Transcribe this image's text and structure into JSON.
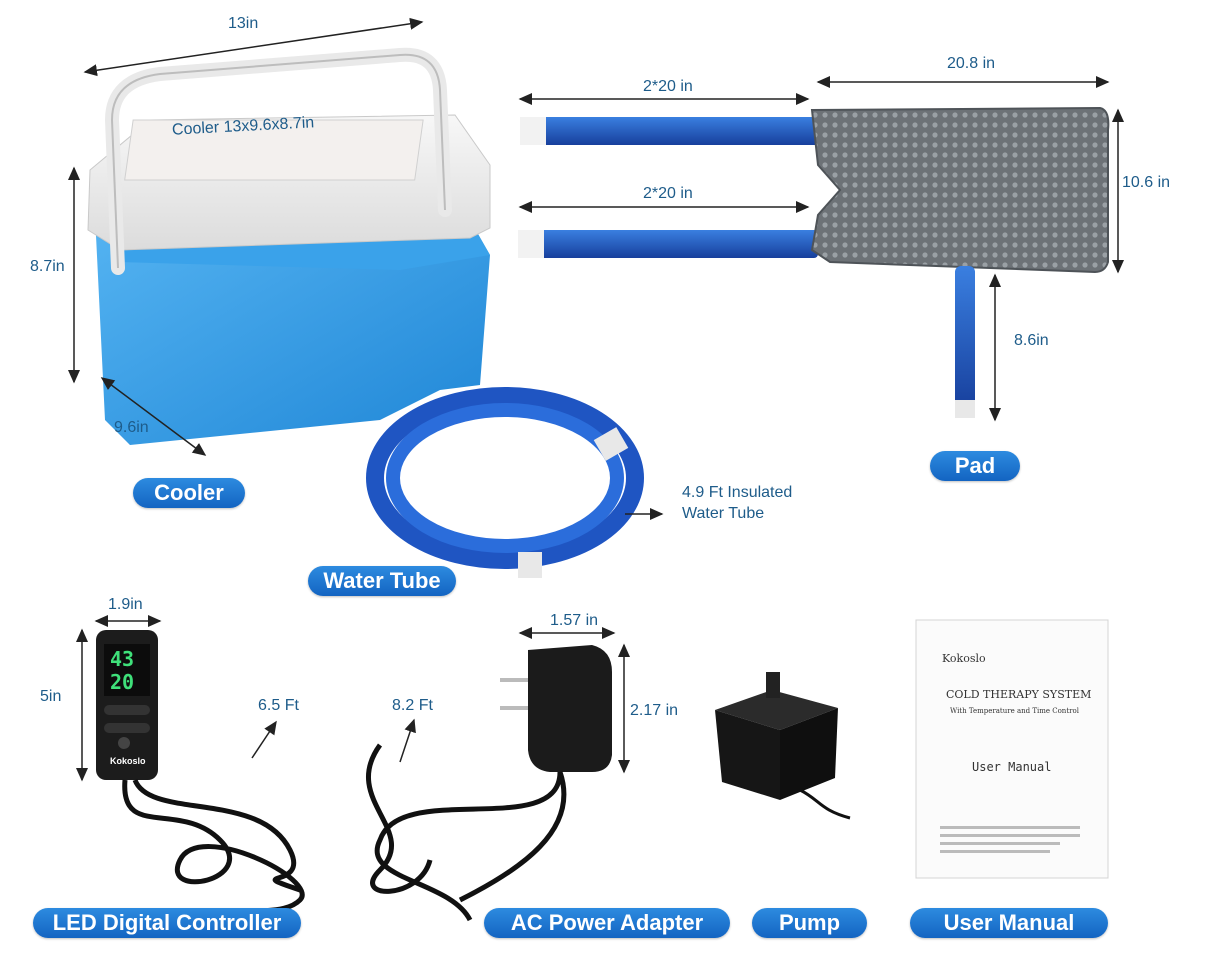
{
  "dimensions": {
    "cooler_width": "13in",
    "cooler_label": "Cooler 13x9.6x8.7in",
    "cooler_height": "8.7in",
    "cooler_depth": "9.6in",
    "pad_tube_top": "2*20 in",
    "pad_tube_bottom": "2*20 in",
    "pad_width": "20.8 in",
    "pad_height": "10.6 in",
    "pad_tail": "8.6in",
    "water_tube": "4.9 Ft Insulated\nWater Tube",
    "controller_width": "1.9in",
    "controller_height": "5in",
    "controller_cable": "6.5 Ft",
    "adapter_cable": "8.2 Ft",
    "adapter_width": "1.57 in",
    "adapter_height": "2.17 in"
  },
  "labels": {
    "cooler": "Cooler",
    "pad": "Pad",
    "water_tube": "Water Tube",
    "controller": "LED Digital Controller",
    "adapter": "AC Power Adapter",
    "pump": "Pump",
    "manual": "User Manual"
  },
  "controller_display": {
    "temp": "43",
    "time": "20",
    "brand": "Kokoslo"
  },
  "manual": {
    "brand": "Kokoslo",
    "title": "COLD THERAPY SYSTEM",
    "subtitle": "With Temperature and Time Control",
    "name": "User Manual"
  },
  "colors": {
    "label_bg": "#1a73d1",
    "cooler_blue": "#2f9be6",
    "tube_blue": "#1f5fc8",
    "pad_gray": "#6e7378",
    "dim_text": "#1e5c8a"
  }
}
